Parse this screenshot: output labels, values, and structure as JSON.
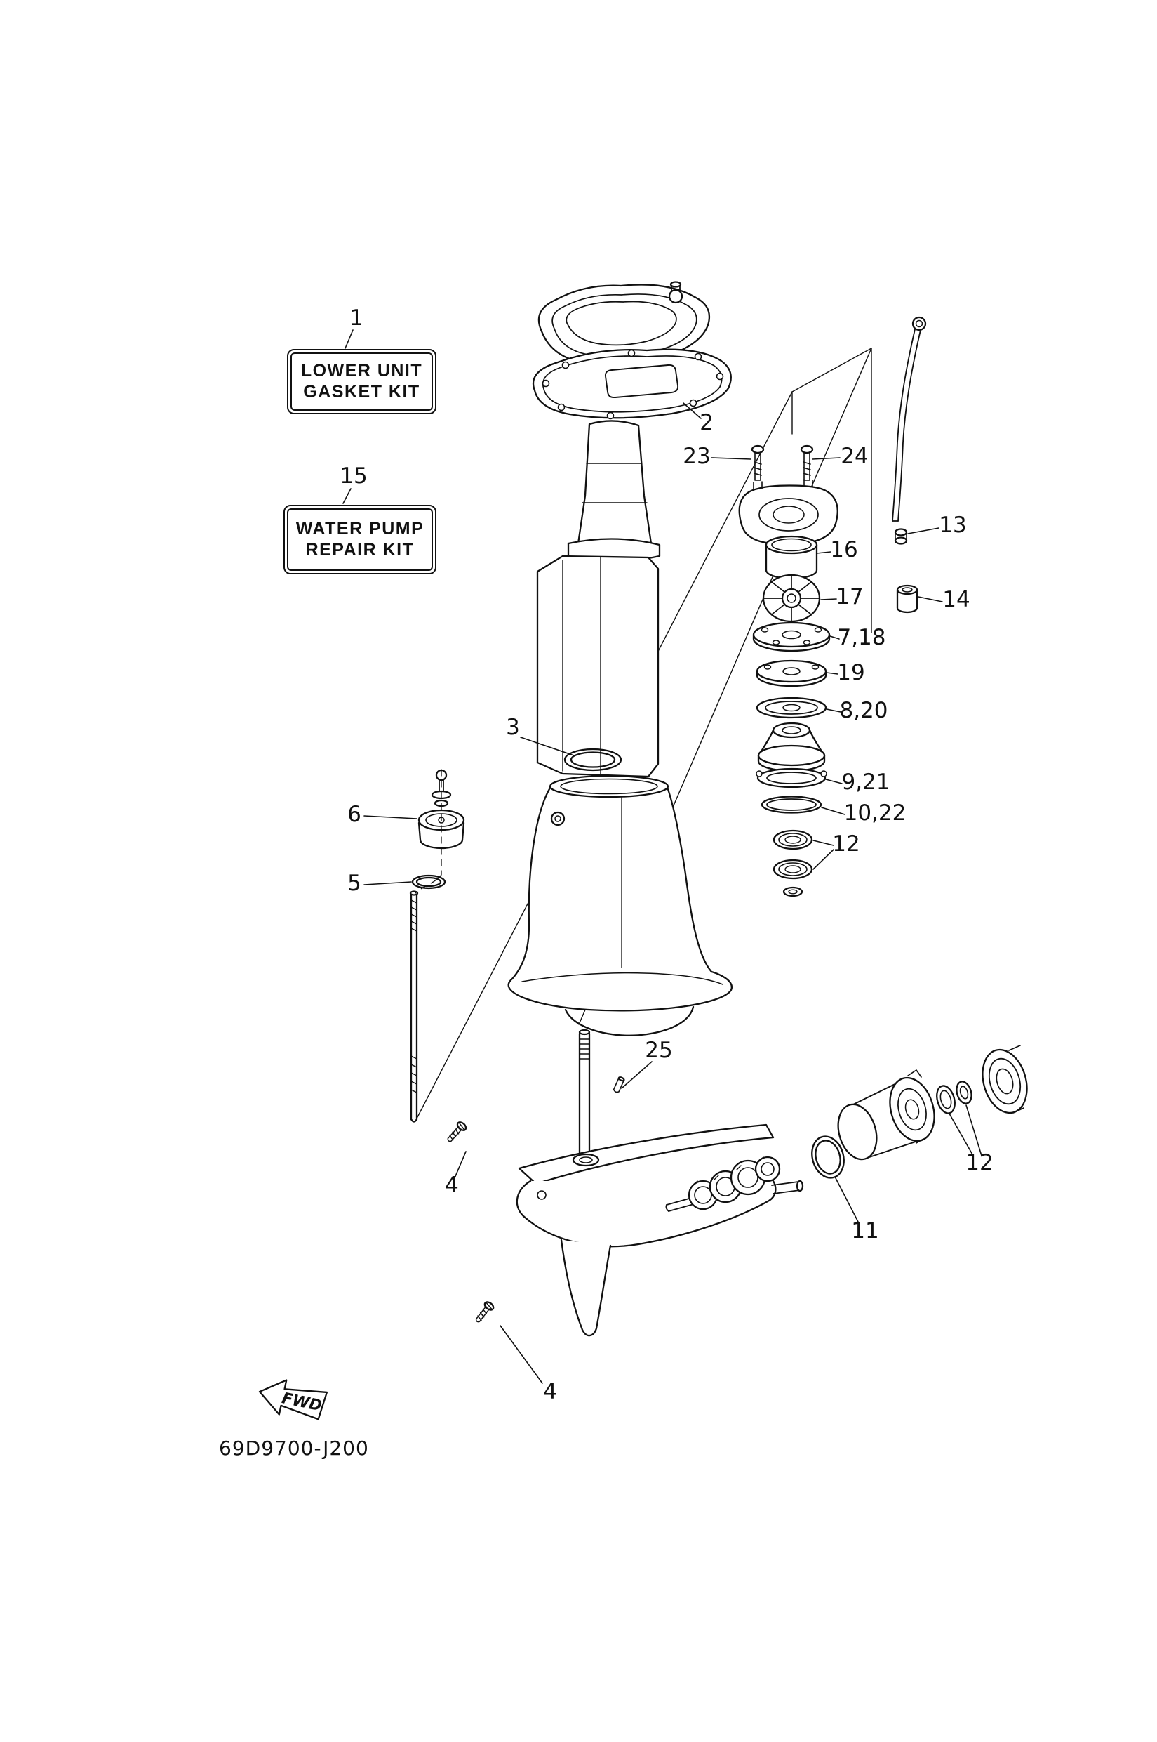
{
  "document": {
    "part_code": "69D9700-J200",
    "fwd_label": "FWD"
  },
  "kit_boxes": {
    "gasket_kit": {
      "line1": "LOWER UNIT",
      "line2": "GASKET KIT"
    },
    "water_pump_kit": {
      "line1": "WATER PUMP",
      "line2": "REPAIR KIT"
    }
  },
  "callouts": [
    {
      "text": "1"
    },
    {
      "text": "2"
    },
    {
      "text": "15"
    },
    {
      "text": "23"
    },
    {
      "text": "24"
    },
    {
      "text": "13"
    },
    {
      "text": "16"
    },
    {
      "text": "17"
    },
    {
      "text": "14"
    },
    {
      "text": "7,18"
    },
    {
      "text": "19"
    },
    {
      "text": "8,20"
    },
    {
      "text": "3"
    },
    {
      "text": "9,21"
    },
    {
      "text": "10,22"
    },
    {
      "text": "12"
    },
    {
      "text": "6"
    },
    {
      "text": "5"
    },
    {
      "text": "25"
    },
    {
      "text": "4"
    },
    {
      "text": "12"
    },
    {
      "text": "11"
    },
    {
      "text": "4"
    }
  ],
  "colors": {
    "line": "#111111",
    "background": "#ffffff"
  }
}
